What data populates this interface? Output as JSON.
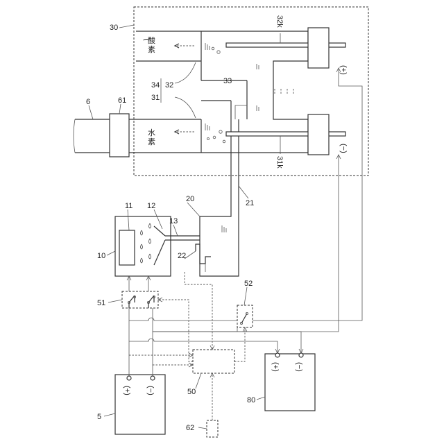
{
  "refs": {
    "r30": "30",
    "r32k": "32k",
    "r31k": "31k",
    "r33": "33",
    "r34": "34",
    "r32": "32",
    "r31": "31",
    "r6": "6",
    "r61": "61",
    "r20": "20",
    "r21": "21",
    "r11": "11",
    "r12": "12",
    "r13": "13",
    "r10": "10",
    "r22": "22",
    "r51": "51",
    "r52": "52",
    "r50": "50",
    "r5": "5",
    "r62": "62",
    "r80": "80"
  },
  "gas": {
    "oxygen_1": "酸",
    "oxygen_2": "素",
    "hydrogen_1": "水",
    "hydrogen_2": "素"
  },
  "terminals": {
    "plus": "(+)",
    "minus": "(−)"
  }
}
